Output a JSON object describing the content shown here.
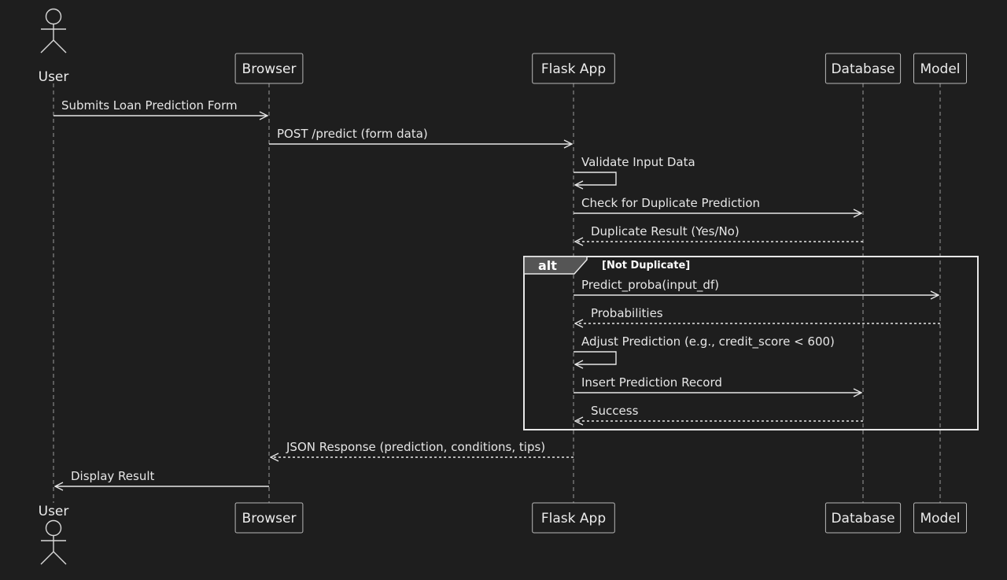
{
  "participants": [
    {
      "id": "user",
      "label": "User",
      "kind": "actor"
    },
    {
      "id": "browser",
      "label": "Browser",
      "kind": "participant"
    },
    {
      "id": "flask",
      "label": "Flask App",
      "kind": "participant"
    },
    {
      "id": "database",
      "label": "Database",
      "kind": "participant"
    },
    {
      "id": "model",
      "label": "Model",
      "kind": "participant"
    }
  ],
  "messages": [
    {
      "from": "user",
      "to": "browser",
      "label": "Submits Loan Prediction Form",
      "style": "solid"
    },
    {
      "from": "browser",
      "to": "flask",
      "label": "POST /predict (form data)",
      "style": "solid"
    },
    {
      "from": "flask",
      "to": "flask",
      "label": "Validate Input Data",
      "style": "solid"
    },
    {
      "from": "flask",
      "to": "database",
      "label": "Check for Duplicate Prediction",
      "style": "solid"
    },
    {
      "from": "database",
      "to": "flask",
      "label": "Duplicate Result (Yes/No)",
      "style": "dashed"
    },
    {
      "from": "flask",
      "to": "model",
      "label": "Predict_proba(input_df)",
      "style": "solid"
    },
    {
      "from": "model",
      "to": "flask",
      "label": "Probabilities",
      "style": "dashed"
    },
    {
      "from": "flask",
      "to": "flask",
      "label": "Adjust Prediction (e.g., credit_score < 600)",
      "style": "solid"
    },
    {
      "from": "flask",
      "to": "database",
      "label": "Insert Prediction Record",
      "style": "solid"
    },
    {
      "from": "database",
      "to": "flask",
      "label": "Success",
      "style": "dashed"
    },
    {
      "from": "flask",
      "to": "browser",
      "label": "JSON Response (prediction, conditions, tips)",
      "style": "dashed"
    },
    {
      "from": "browser",
      "to": "user",
      "label": "Display Result",
      "style": "solid"
    }
  ],
  "frame": {
    "title": "alt",
    "guard": "[Not Duplicate]",
    "first_message": 5,
    "last_message": 9
  },
  "colors": {
    "background": "#1e1e1e",
    "line": "#e6e6e6",
    "lifeline": "#9a9a9a",
    "frame_tab": "#555555"
  }
}
